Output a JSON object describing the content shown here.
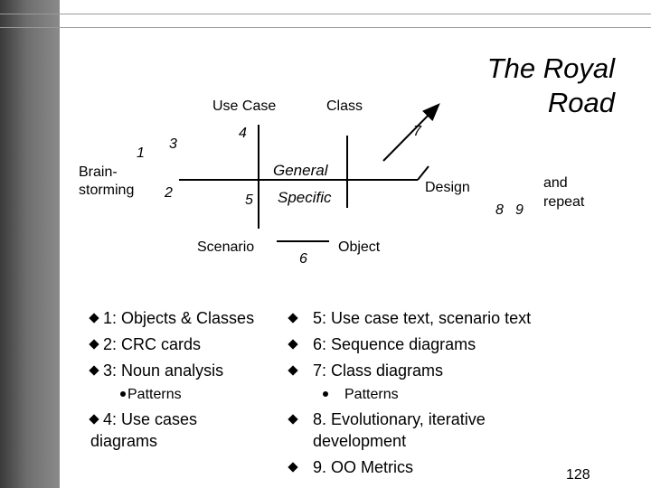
{
  "title": {
    "line1": "The Royal",
    "line2": "Road"
  },
  "diagram": {
    "use_case": "Use Case",
    "class": "Class",
    "brainstorming_1": "Brain-",
    "brainstorming_2": "storming",
    "general": "General",
    "specific": "Specific",
    "scenario": "Scenario",
    "object": "Object",
    "design": "Design",
    "and_repeat_1": "and",
    "and_repeat_2": "repeat",
    "n1": "1",
    "n2": "2",
    "n3": "3",
    "n4": "4",
    "n5": "5",
    "n6": "6",
    "n7": "7",
    "n8": "8",
    "n9": "9"
  },
  "left_list": {
    "items": [
      "1: Objects & Classes",
      "2: CRC cards",
      "3: Noun analysis"
    ],
    "sub": "Patterns",
    "item4_line1": "4: Use cases",
    "item4_line2": "diagrams"
  },
  "right_list": {
    "items": [
      "5: Use case text, scenario text",
      "6: Sequence diagrams",
      "7: Class diagrams"
    ],
    "sub": "Patterns",
    "item8_line1": "8. Evolutionary, iterative",
    "item8_line2": "development",
    "item9": "9. OO Metrics"
  },
  "page_number": "128"
}
